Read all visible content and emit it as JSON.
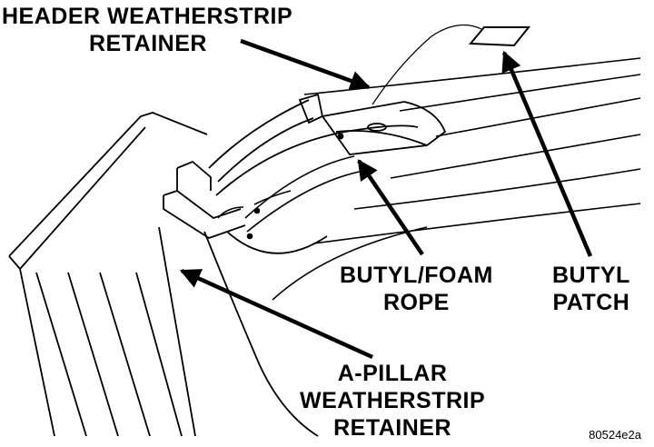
{
  "labels": {
    "header_retainer": [
      "HEADER WEATHERSTRIP",
      "RETAINER"
    ],
    "butyl_foam_rope": [
      "BUTYL/FOAM",
      "ROPE"
    ],
    "butyl_patch": [
      "BUTYL",
      "PATCH"
    ],
    "a_pillar_retainer": [
      "A-PILLAR",
      "WEATHERSTRIP",
      "RETAINER"
    ]
  },
  "figure_ref": "80524e2a",
  "colors": {
    "ink": "#000000",
    "paper": "#ffffff"
  }
}
